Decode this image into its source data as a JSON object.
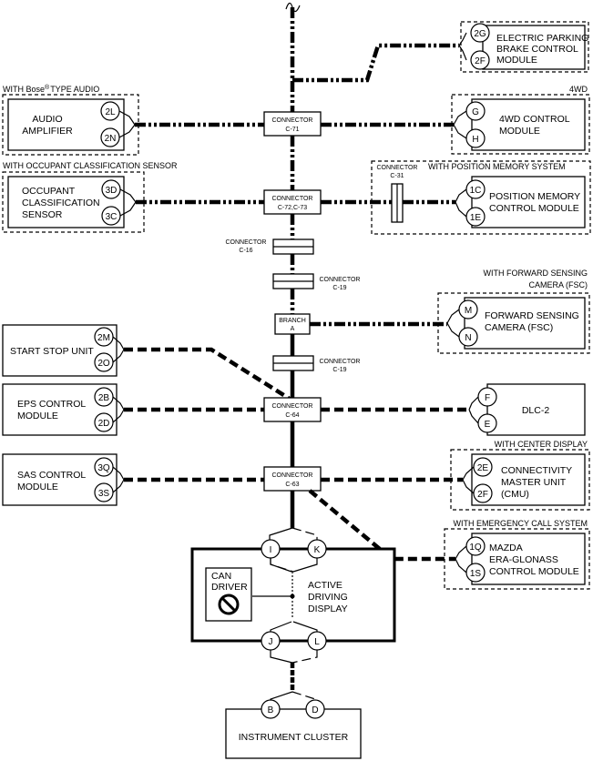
{
  "header": {
    "bose_label_pre": "WITH Bose",
    "bose_reg": "®",
    "bose_label_post": "TYPE AUDIO",
    "label_4wd": "4WD",
    "occupant_label": "WITH OCCUPANT CLASSIFICATION SENSOR",
    "position_memory_label": "WITH POSITION MEMORY SYSTEM",
    "fsc_label_1": "WITH FORWARD SENSING",
    "fsc_label_2": "CAMERA (FSC)",
    "center_display_label": "WITH CENTER DISPLAY",
    "emergency_label": "WITH EMERGENCY CALL SYSTEM"
  },
  "modules": {
    "epb": {
      "line1": "ELECTRIC PARKING",
      "line2": "BRAKE CONTROL",
      "line3": "MODULE",
      "pin_a": "2G",
      "pin_b": "2F"
    },
    "audio": {
      "line1": "AUDIO",
      "line2": "AMPLIFIER",
      "pin_a": "2L",
      "pin_b": "2N"
    },
    "fourwd": {
      "line1": "4WD CONTROL",
      "line2": "MODULE",
      "pin_a": "G",
      "pin_b": "H"
    },
    "occupant": {
      "line1": "OCCUPANT",
      "line2": "CLASSIFICATION",
      "line3": "SENSOR",
      "pin_a": "3D",
      "pin_b": "3C"
    },
    "position_memory": {
      "line1": "POSITION MEMORY",
      "line2": "CONTROL MODULE",
      "pin_a": "1C",
      "pin_b": "1E"
    },
    "fsc": {
      "line1": "FORWARD SENSING",
      "line2": "CAMERA (FSC)",
      "pin_a": "M",
      "pin_b": "N"
    },
    "start_stop": {
      "line1": "START STOP UNIT",
      "pin_a": "2M",
      "pin_b": "2O"
    },
    "eps": {
      "line1": "EPS CONTROL",
      "line2": "MODULE",
      "pin_a": "2B",
      "pin_b": "2D"
    },
    "dlc": {
      "line1": "DLC-2",
      "pin_a": "F",
      "pin_b": "E"
    },
    "sas": {
      "line1": "SAS CONTROL",
      "line2": "MODULE",
      "pin_a": "3Q",
      "pin_b": "3S"
    },
    "cmu": {
      "line1": "CONNECTIVITY",
      "line2": "MASTER UNIT",
      "line3": "(CMU)",
      "pin_a": "2E",
      "pin_b": "2F"
    },
    "era": {
      "line1": "MAZDA",
      "line2": "ERA-GLONASS",
      "line3": "CONTROL MODULE",
      "pin_a": "1Q",
      "pin_b": "1S"
    },
    "add": {
      "can_line1": "CAN",
      "can_line2": "DRIVER",
      "line1": "ACTIVE",
      "line2": "DRIVING",
      "line3": "DISPLAY",
      "pin_i": "I",
      "pin_k": "K",
      "pin_j": "J",
      "pin_l": "L"
    },
    "cluster": {
      "line1": "INSTRUMENT CLUSTER",
      "pin_b": "B",
      "pin_d": "D"
    }
  },
  "connectors": {
    "c71": {
      "line1": "CONNECTOR",
      "line2": "C-71"
    },
    "c72": {
      "line1": "CONNECTOR",
      "line2": "C-72,C-73"
    },
    "c31": {
      "line1": "CONNECTOR",
      "line2": "C-31"
    },
    "c16": {
      "line1": "CONNECTOR",
      "line2": "C-16"
    },
    "c19a": {
      "line1": "CONNECTOR",
      "line2": "C-19"
    },
    "branch": {
      "line1": "BRANCH",
      "line2": "A"
    },
    "c19b": {
      "line1": "CONNECTOR",
      "line2": "C-19"
    },
    "c64": {
      "line1": "CONNECTOR",
      "line2": "C-64"
    },
    "c63": {
      "line1": "CONNECTOR",
      "line2": "C-63"
    }
  }
}
